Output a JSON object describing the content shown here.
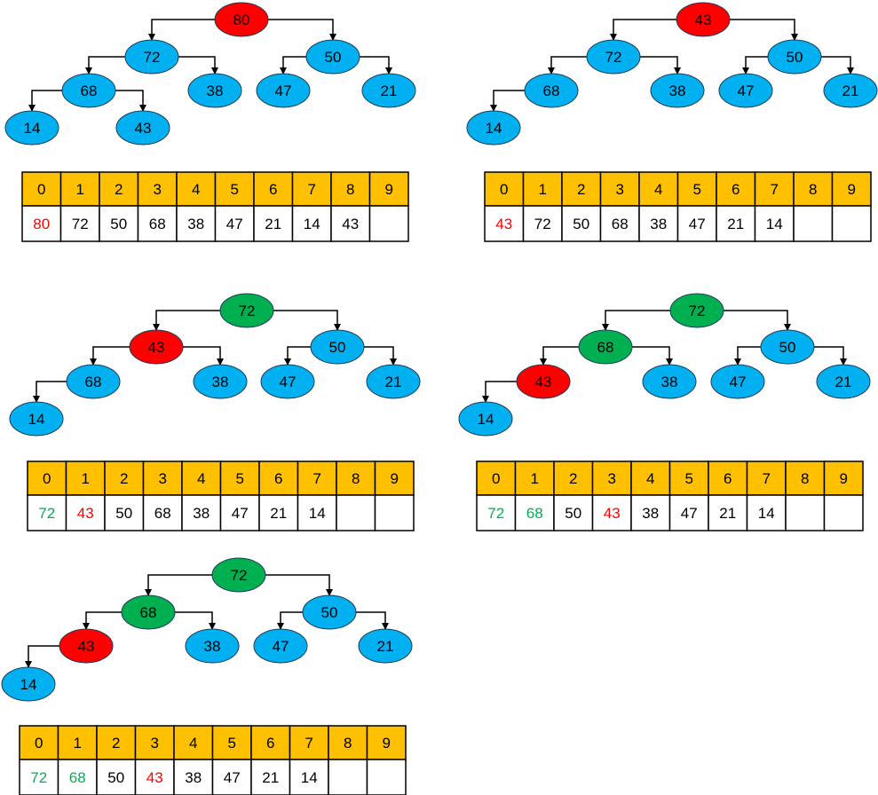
{
  "colors": {
    "node_default": "#00B0F0",
    "node_removed": "#FF0000",
    "node_sorted": "#00B050",
    "header_fill": "#FFC000",
    "text_default": "#000000",
    "text_removed": "#FF0000",
    "text_sorted": "#00B050",
    "stroke": "#000000"
  },
  "array_indices": [
    "0",
    "1",
    "2",
    "3",
    "4",
    "5",
    "6",
    "7",
    "8",
    "9"
  ],
  "panels": [
    {
      "nodes": [
        {
          "value": "80",
          "state": "removed"
        },
        {
          "value": "72",
          "state": "default"
        },
        {
          "value": "50",
          "state": "default"
        },
        {
          "value": "68",
          "state": "default"
        },
        {
          "value": "38",
          "state": "default"
        },
        {
          "value": "47",
          "state": "default"
        },
        {
          "value": "21",
          "state": "default"
        },
        {
          "value": "14",
          "state": "default"
        },
        {
          "value": "43",
          "state": "default"
        }
      ],
      "edges": [
        [
          0,
          1
        ],
        [
          0,
          2
        ],
        [
          1,
          3
        ],
        [
          1,
          4
        ],
        [
          2,
          5
        ],
        [
          2,
          6
        ],
        [
          3,
          7
        ],
        [
          3,
          8
        ]
      ],
      "array": [
        {
          "value": "80",
          "state": "removed"
        },
        {
          "value": "72",
          "state": "default"
        },
        {
          "value": "50",
          "state": "default"
        },
        {
          "value": "68",
          "state": "default"
        },
        {
          "value": "38",
          "state": "default"
        },
        {
          "value": "47",
          "state": "default"
        },
        {
          "value": "21",
          "state": "default"
        },
        {
          "value": "14",
          "state": "default"
        },
        {
          "value": "43",
          "state": "default"
        },
        {
          "value": "",
          "state": "default"
        }
      ]
    },
    {
      "nodes": [
        {
          "value": "43",
          "state": "removed"
        },
        {
          "value": "72",
          "state": "default"
        },
        {
          "value": "50",
          "state": "default"
        },
        {
          "value": "68",
          "state": "default"
        },
        {
          "value": "38",
          "state": "default"
        },
        {
          "value": "47",
          "state": "default"
        },
        {
          "value": "21",
          "state": "default"
        },
        {
          "value": "14",
          "state": "default"
        }
      ],
      "edges": [
        [
          0,
          1
        ],
        [
          0,
          2
        ],
        [
          1,
          3
        ],
        [
          1,
          4
        ],
        [
          2,
          5
        ],
        [
          2,
          6
        ],
        [
          3,
          7
        ]
      ],
      "array": [
        {
          "value": "43",
          "state": "removed"
        },
        {
          "value": "72",
          "state": "default"
        },
        {
          "value": "50",
          "state": "default"
        },
        {
          "value": "68",
          "state": "default"
        },
        {
          "value": "38",
          "state": "default"
        },
        {
          "value": "47",
          "state": "default"
        },
        {
          "value": "21",
          "state": "default"
        },
        {
          "value": "14",
          "state": "default"
        },
        {
          "value": "",
          "state": "default"
        },
        {
          "value": "",
          "state": "default"
        }
      ]
    },
    {
      "nodes": [
        {
          "value": "72",
          "state": "sorted"
        },
        {
          "value": "43",
          "state": "removed"
        },
        {
          "value": "50",
          "state": "default"
        },
        {
          "value": "68",
          "state": "default"
        },
        {
          "value": "38",
          "state": "default"
        },
        {
          "value": "47",
          "state": "default"
        },
        {
          "value": "21",
          "state": "default"
        },
        {
          "value": "14",
          "state": "default"
        }
      ],
      "edges": [
        [
          0,
          1
        ],
        [
          0,
          2
        ],
        [
          1,
          3
        ],
        [
          1,
          4
        ],
        [
          2,
          5
        ],
        [
          2,
          6
        ],
        [
          3,
          7
        ]
      ],
      "array": [
        {
          "value": "72",
          "state": "sorted"
        },
        {
          "value": "43",
          "state": "removed"
        },
        {
          "value": "50",
          "state": "default"
        },
        {
          "value": "68",
          "state": "default"
        },
        {
          "value": "38",
          "state": "default"
        },
        {
          "value": "47",
          "state": "default"
        },
        {
          "value": "21",
          "state": "default"
        },
        {
          "value": "14",
          "state": "default"
        },
        {
          "value": "",
          "state": "default"
        },
        {
          "value": "",
          "state": "default"
        }
      ]
    },
    {
      "nodes": [
        {
          "value": "72",
          "state": "sorted"
        },
        {
          "value": "68",
          "state": "sorted"
        },
        {
          "value": "50",
          "state": "default"
        },
        {
          "value": "43",
          "state": "removed"
        },
        {
          "value": "38",
          "state": "default"
        },
        {
          "value": "47",
          "state": "default"
        },
        {
          "value": "21",
          "state": "default"
        },
        {
          "value": "14",
          "state": "default"
        }
      ],
      "edges": [
        [
          0,
          1
        ],
        [
          0,
          2
        ],
        [
          1,
          3
        ],
        [
          1,
          4
        ],
        [
          2,
          5
        ],
        [
          2,
          6
        ],
        [
          3,
          7
        ]
      ],
      "array": [
        {
          "value": "72",
          "state": "sorted"
        },
        {
          "value": "68",
          "state": "sorted"
        },
        {
          "value": "50",
          "state": "default"
        },
        {
          "value": "43",
          "state": "removed"
        },
        {
          "value": "38",
          "state": "default"
        },
        {
          "value": "47",
          "state": "default"
        },
        {
          "value": "21",
          "state": "default"
        },
        {
          "value": "14",
          "state": "default"
        },
        {
          "value": "",
          "state": "default"
        },
        {
          "value": "",
          "state": "default"
        }
      ]
    },
    {
      "nodes": [
        {
          "value": "72",
          "state": "sorted"
        },
        {
          "value": "68",
          "state": "sorted"
        },
        {
          "value": "50",
          "state": "default"
        },
        {
          "value": "43",
          "state": "removed"
        },
        {
          "value": "38",
          "state": "default"
        },
        {
          "value": "47",
          "state": "default"
        },
        {
          "value": "21",
          "state": "default"
        },
        {
          "value": "14",
          "state": "default"
        }
      ],
      "edges": [
        [
          0,
          1
        ],
        [
          0,
          2
        ],
        [
          1,
          3
        ],
        [
          1,
          4
        ],
        [
          2,
          5
        ],
        [
          2,
          6
        ],
        [
          3,
          7
        ]
      ],
      "array": [
        {
          "value": "72",
          "state": "sorted"
        },
        {
          "value": "68",
          "state": "sorted"
        },
        {
          "value": "50",
          "state": "default"
        },
        {
          "value": "43",
          "state": "removed"
        },
        {
          "value": "38",
          "state": "default"
        },
        {
          "value": "47",
          "state": "default"
        },
        {
          "value": "21",
          "state": "default"
        },
        {
          "value": "14",
          "state": "default"
        },
        {
          "value": "",
          "state": "default"
        },
        {
          "value": "",
          "state": "default"
        }
      ]
    }
  ]
}
